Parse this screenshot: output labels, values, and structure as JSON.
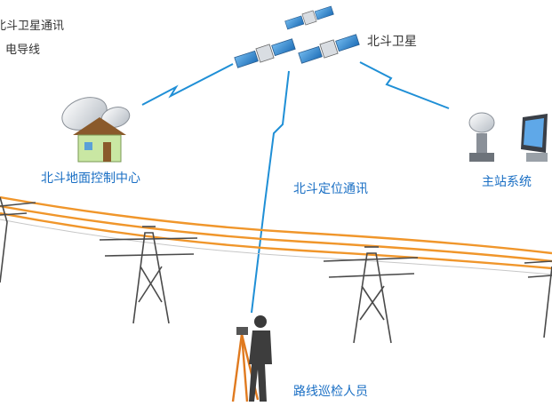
{
  "legend": {
    "line1": "北斗卫星通讯",
    "line2": "电导线"
  },
  "labels": {
    "satellite": "北斗卫星",
    "ground_control": "北斗地面控制中心",
    "positioning": "北斗定位通讯",
    "master_station": "主站系统",
    "patrol": "路线巡检人员"
  },
  "colors": {
    "signal": "#1f8fd6",
    "wire": "#f0962b",
    "label_blue": "#1a6fc4",
    "tower": "#4a4a4a"
  },
  "icons": [
    "satellite-icon",
    "house-with-dishes-icon",
    "tower-icon",
    "server-dish-icon",
    "computer-monitor-icon",
    "surveyor-icon"
  ]
}
